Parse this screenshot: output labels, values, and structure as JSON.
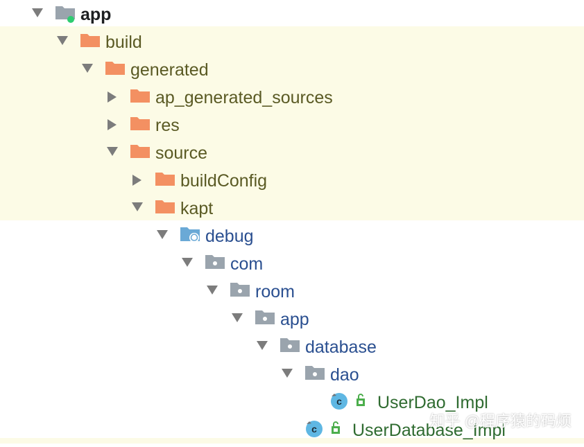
{
  "colors": {
    "highlight_band": "#fcfbe6",
    "folder_orange": "#f39062",
    "folder_gray": "#9aa4ad",
    "source_blue": "#6aa9d6",
    "module_dot_green": "#2ecc71",
    "class_circle": "#5fb7e3",
    "lock_green": "#4cae4c"
  },
  "tree": {
    "root": {
      "label": "app",
      "icon": "module-folder-icon",
      "expanded": true
    },
    "build": {
      "label": "build",
      "icon": "excluded-folder-icon",
      "expanded": true
    },
    "generated": {
      "label": "generated",
      "icon": "excluded-folder-icon",
      "expanded": true
    },
    "ap_generated_sources": {
      "label": "ap_generated_sources",
      "icon": "excluded-folder-icon",
      "expanded": false
    },
    "res": {
      "label": "res",
      "icon": "excluded-folder-icon",
      "expanded": false
    },
    "source": {
      "label": "source",
      "icon": "excluded-folder-icon",
      "expanded": true
    },
    "buildConfig": {
      "label": "buildConfig",
      "icon": "excluded-folder-icon",
      "expanded": false
    },
    "kapt": {
      "label": "kapt",
      "icon": "excluded-folder-icon",
      "expanded": true
    },
    "debug": {
      "label": "debug",
      "icon": "generated-source-folder-icon",
      "expanded": true
    },
    "com": {
      "label": "com",
      "icon": "package-icon",
      "expanded": true
    },
    "room": {
      "label": "room",
      "icon": "package-icon",
      "expanded": true
    },
    "app_pkg": {
      "label": "app",
      "icon": "package-icon",
      "expanded": true
    },
    "database": {
      "label": "database",
      "icon": "package-icon",
      "expanded": true
    },
    "dao": {
      "label": "dao",
      "icon": "package-icon",
      "expanded": true
    },
    "userdao_impl": {
      "label": "UserDao_Impl",
      "icon": "class-icon"
    },
    "userdatabase_impl": {
      "label": "UserDatabase_Impl",
      "icon": "class-icon"
    }
  },
  "watermark": "知乎 @程序猿的码烦"
}
